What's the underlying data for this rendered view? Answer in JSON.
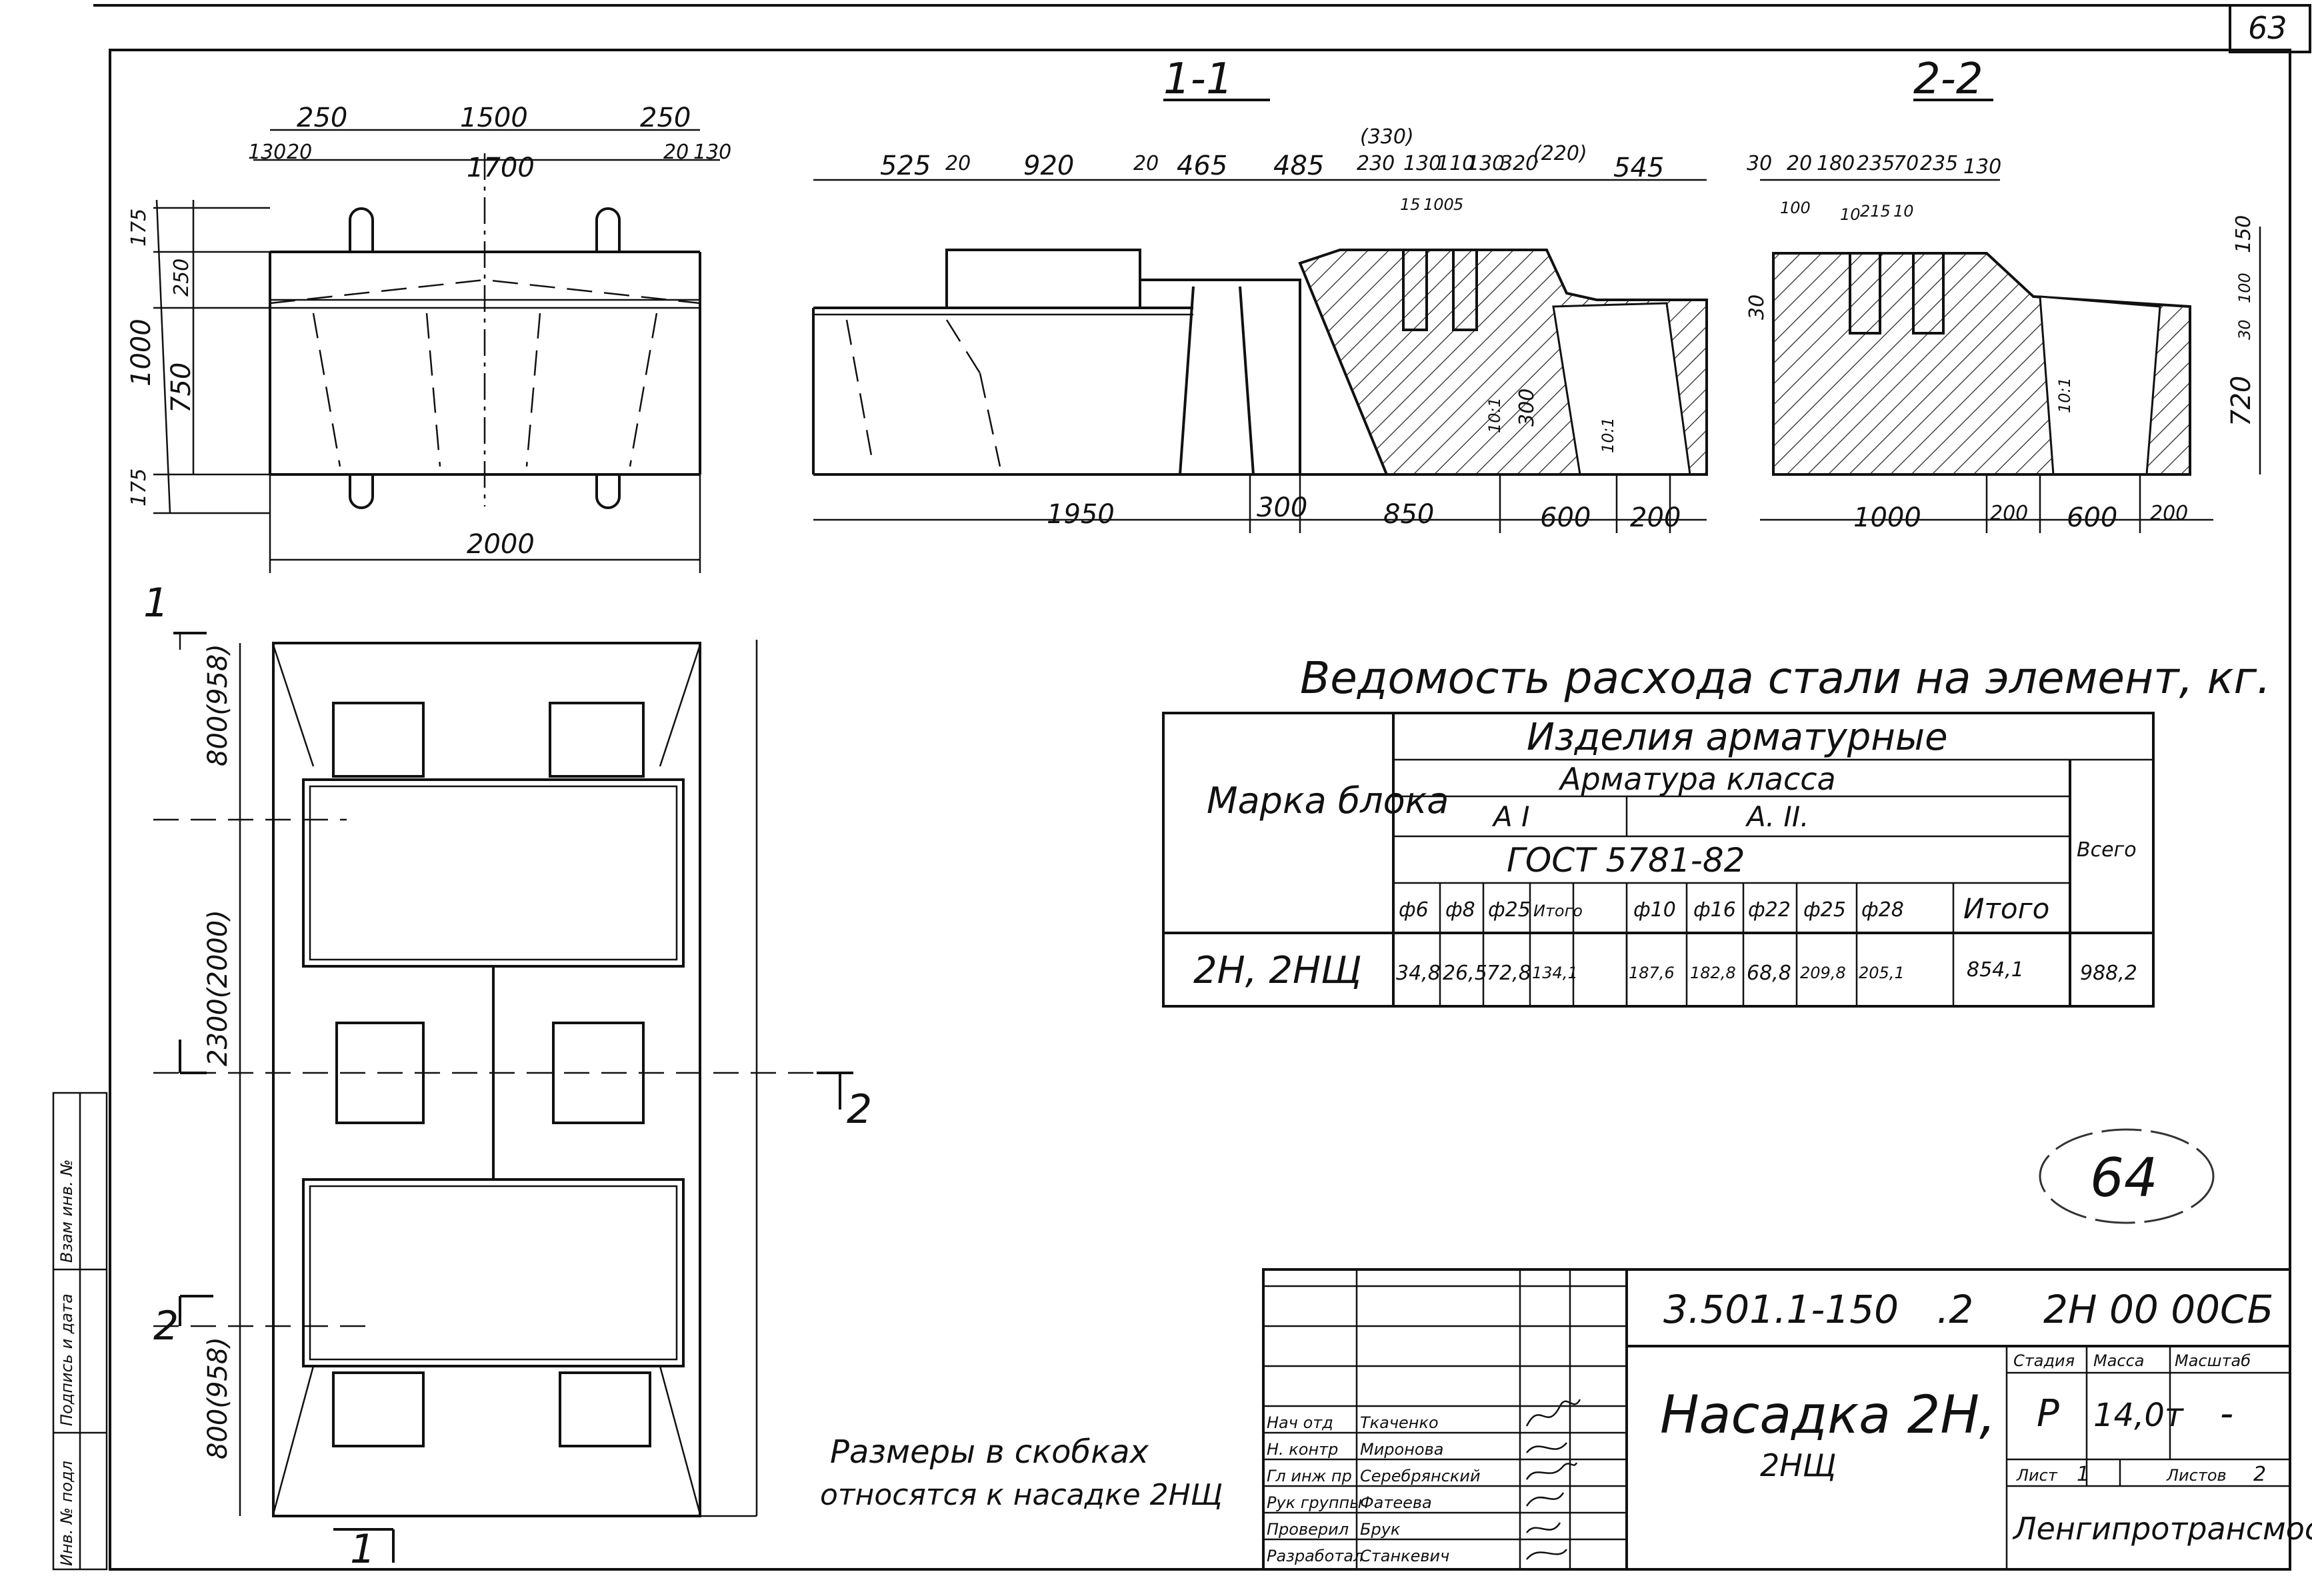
{
  "sheet": {
    "page_number": "63",
    "circled_number": "64"
  },
  "views": {
    "front": {
      "dims_top": [
        "250",
        "1500",
        "250"
      ],
      "dims_top2": [
        "130",
        "20",
        "1700",
        "20",
        "130"
      ],
      "dims_left": [
        "175",
        "250",
        "1000",
        "750",
        "175"
      ],
      "dim_bottom": "2000"
    },
    "section_1_1": {
      "label": "1-1",
      "dim_330": "(330)",
      "dims_top": [
        "525",
        "20",
        "920",
        "20",
        "465",
        "485",
        "230",
        "130",
        "110",
        "130",
        "320",
        "(220)",
        "545"
      ],
      "dims_small": [
        "15",
        "100",
        "5"
      ],
      "dims_bottom": [
        "1950",
        "300",
        "850",
        "600",
        "200"
      ],
      "slope_a": "10:1",
      "dim_300": "300",
      "slope_b": "10:1"
    },
    "section_2_2": {
      "label": "2-2",
      "dims_top": [
        "30",
        "20",
        "180",
        "235",
        "70",
        "235",
        "130"
      ],
      "dims_small": [
        "100",
        "10",
        "215",
        "10"
      ],
      "dim_left_30": "30",
      "dims_right": [
        "150",
        "100",
        "30",
        "720"
      ],
      "slope": "10:1",
      "dims_bottom": [
        "1000",
        "200",
        "600",
        "200"
      ]
    },
    "plan": {
      "cut_1": "1",
      "cut_2": "2",
      "dims_left": [
        "800(958)",
        "2300(2000)",
        "800(958)"
      ]
    }
  },
  "steel_table": {
    "title": "Ведомость расхода стали на элемент, кг.",
    "col_mark": "Марка блока",
    "group": "Изделия арматурные",
    "subgroup": "Арматура класса",
    "class_ai": "А I",
    "class_aii": "А. II.",
    "gost": "ГОСТ 5781-82",
    "total_header": "Всего",
    "diameters": [
      "ф6",
      "ф8",
      "ф25",
      "Итого",
      "ф10",
      "ф16",
      "ф22",
      "ф25",
      "ф28",
      "Итого"
    ],
    "row": {
      "mark": "2Н, 2НЩ",
      "values": [
        "34,8",
        "26,5",
        "72,8",
        "134,1",
        "187,6",
        "182,8",
        "68,8",
        "209,8",
        "205,1",
        "854,1"
      ],
      "total": "988,2"
    }
  },
  "note": {
    "line1": "Размеры в скобках",
    "line2": "относятся к насадке 2НЩ"
  },
  "title_block": {
    "doc_code": "3.501.1-150",
    "part": ".2",
    "mark": "2Н 00 00СБ",
    "name_line1": "Насадка 2Н,",
    "name_line2": "2НЩ",
    "stage_label": "Стадия",
    "mass_label": "Масса",
    "scale_label": "Масштаб",
    "stage": "Р",
    "mass": "14,0т",
    "scale": "-",
    "sheet_label": "Лист",
    "sheet": "1",
    "sheets_label": "Листов",
    "sheets": "2",
    "org": "Ленгипротрансмост",
    "staff": [
      {
        "role": "Нач отд",
        "name": "Ткаченко"
      },
      {
        "role": "Н. контр",
        "name": "Миронова"
      },
      {
        "role": "Гл инж пр",
        "name": "Серебрянский"
      },
      {
        "role": "Рук группы",
        "name": "Фатеева"
      },
      {
        "role": "Проверил",
        "name": "Брук"
      },
      {
        "role": "Разработал",
        "name": "Станкевич"
      }
    ]
  },
  "side_stamp": [
    "Инв. № подл",
    "Подпись и дата",
    "Взам инв. №"
  ]
}
